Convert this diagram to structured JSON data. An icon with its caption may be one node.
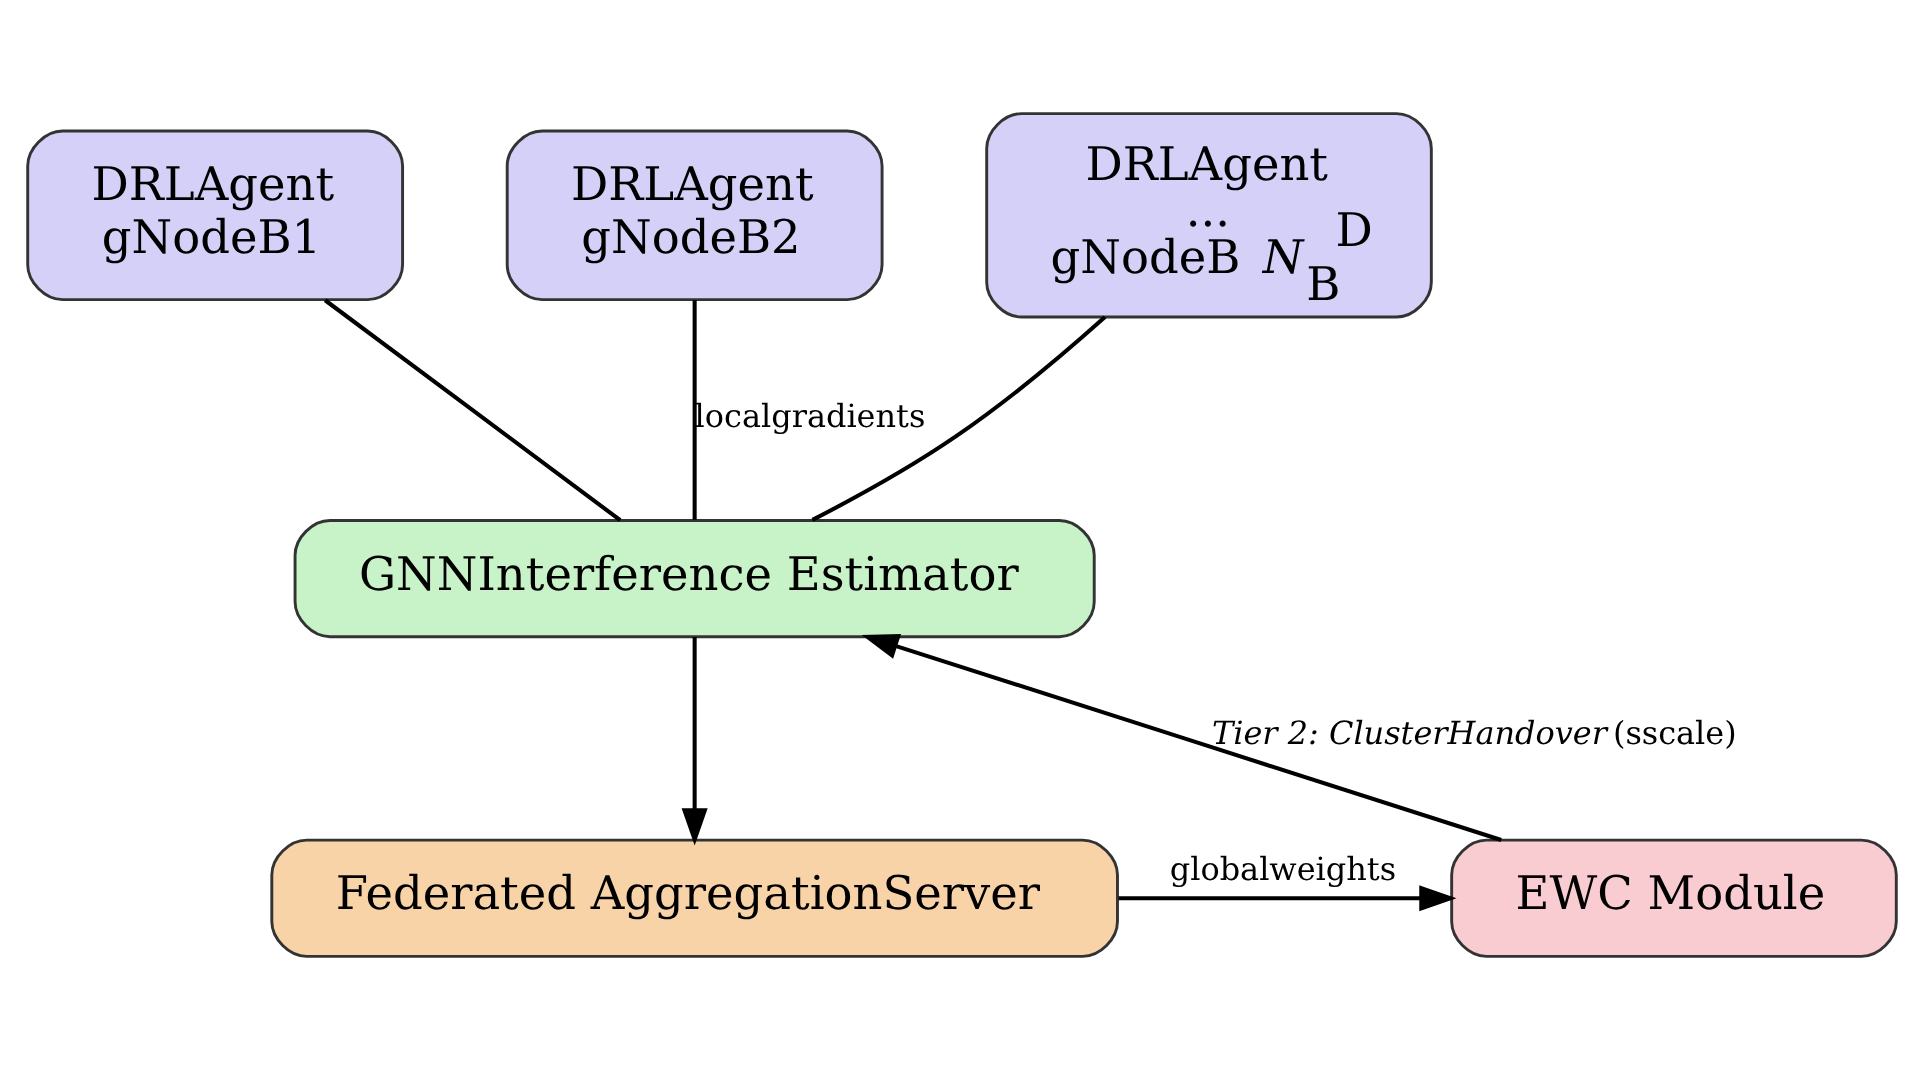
{
  "diagram": {
    "nodes": [
      {
        "text": [
          "DRLAgent",
          "gNodeB1"
        ]
      },
      {
        "text": [
          "DRLAgent",
          "gNodeB2"
        ]
      },
      {
        "text": [
          "DRLAgent",
          "...",
          "gNodeB *N*$_{B}$$^{D}$"
        ]
      },
      {
        "text": [
          "GNNInterference Estimator"
        ]
      },
      {
        "text": [
          "Federated AggregationServer"
        ]
      },
      {
        "text": [
          "EWC Module"
        ]
      }
    ],
    "edges": [
      {
        "from": 0,
        "to": 3,
        "arrow": "none"
      },
      {
        "from": 1,
        "to": 3,
        "arrow": "none",
        "label": "localgradients"
      },
      {
        "from": 2,
        "to": 3,
        "arrow": "none"
      },
      {
        "from": 3,
        "to": 4,
        "arrow": "to"
      },
      {
        "from": 4,
        "to": 5,
        "arrow": "to",
        "label": "globalweights"
      },
      {
        "from": 5,
        "to": 3,
        "arrow": "to",
        "label": "*Tier 2: ClusterHandover* (sscale)"
      }
    ]
  }
}
